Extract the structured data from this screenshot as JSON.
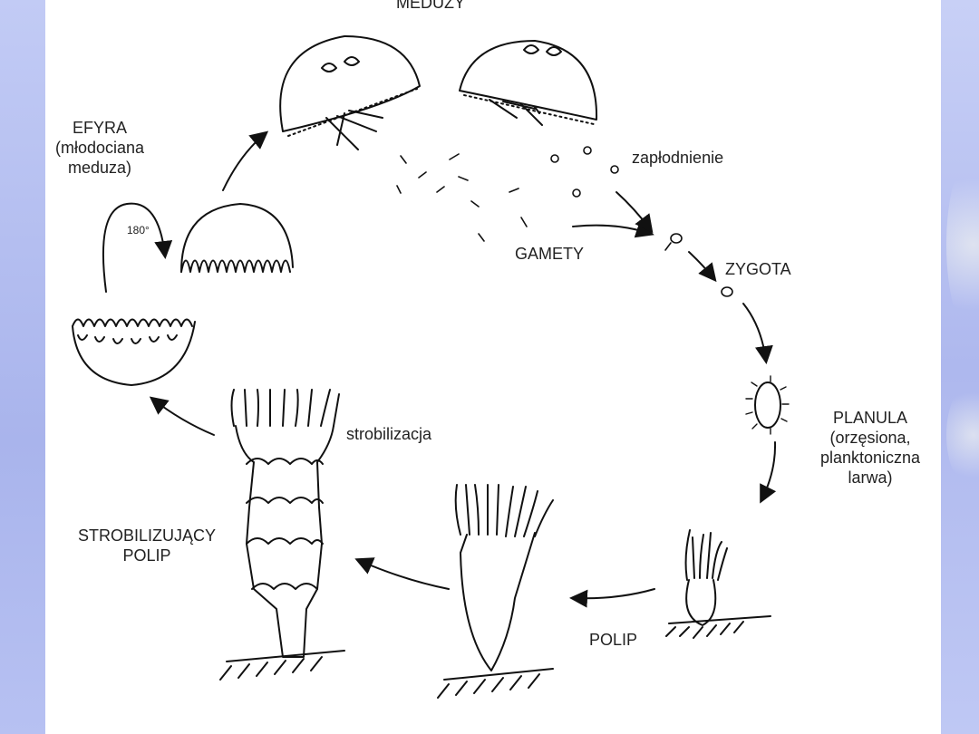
{
  "labels": {
    "meduzy": "MEDUZY",
    "efyra_title": "EFYRA",
    "efyra_line1": "(młodociana",
    "efyra_line2": "meduza)",
    "rotation": "180°",
    "zaplodnienie": "zapłodnienie",
    "gamety": "GAMETY",
    "zygota": "ZYGOTA",
    "planula_title": "PLANULA",
    "planula_line1": "(orzęsiona,",
    "planula_line2": "planktoniczna",
    "planula_line3": "larwa)",
    "strobilizacja": "strobilizacja",
    "strob_polip_line1": "STROBILIZUJĄCY",
    "strob_polip_line2": "POLIP",
    "polip": "POLIP"
  }
}
